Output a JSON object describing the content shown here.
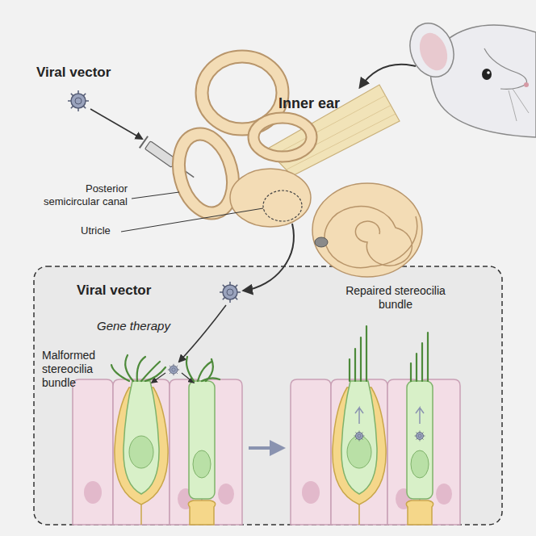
{
  "diagram": {
    "labels": [
      "Viral vector",
      "Inner ear",
      "Posterior semicircular canal",
      "Utricle",
      "Viral vector",
      "Gene therapy",
      "Malformed stereocilia bundle",
      "Repaired stereocilia bundle"
    ]
  }
}
